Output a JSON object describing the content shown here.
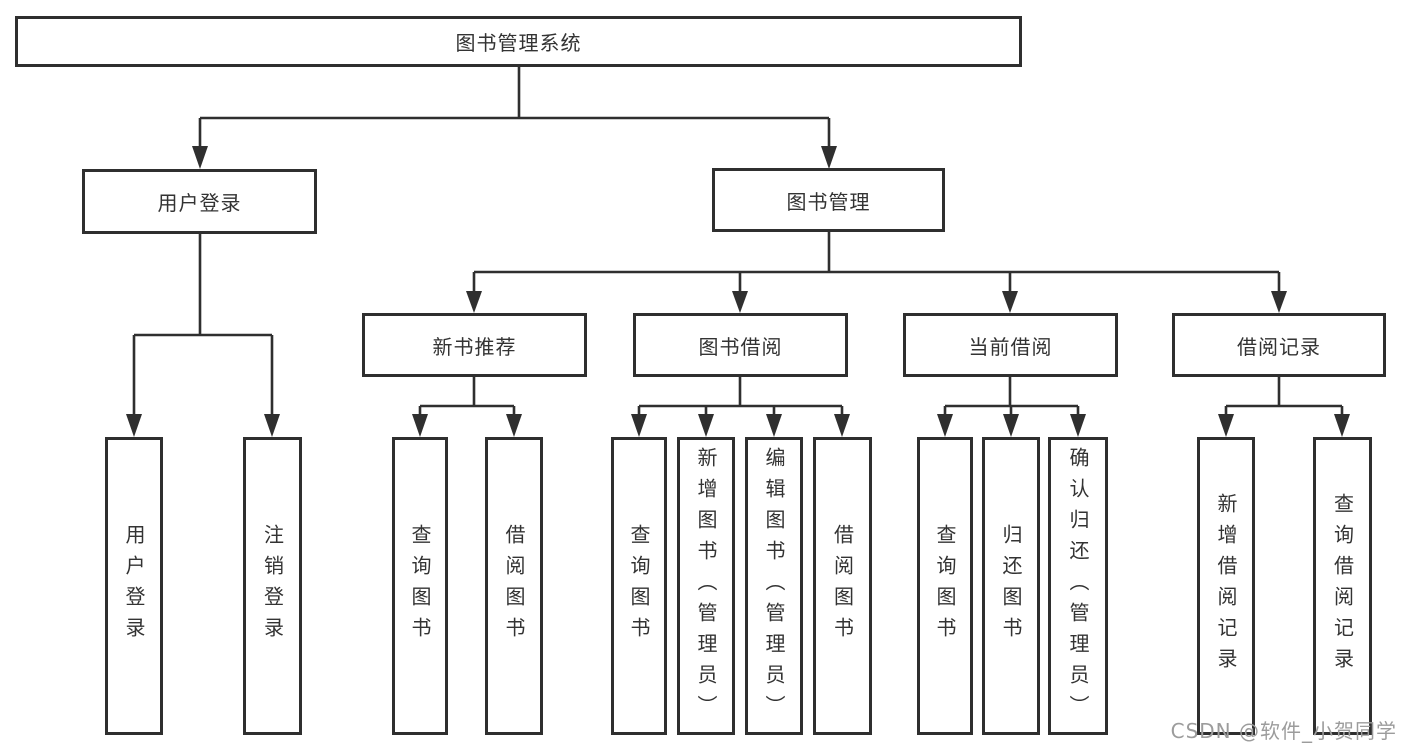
{
  "diagram_title": "图书管理系统",
  "tree": {
    "label": "图书管理系统",
    "children": [
      {
        "label": "用户登录",
        "children": [
          {
            "label": "用户登录"
          },
          {
            "label": "注销登录"
          }
        ]
      },
      {
        "label": "图书管理",
        "children": [
          {
            "label": "新书推荐",
            "children": [
              {
                "label": "查询图书"
              },
              {
                "label": "借阅图书"
              }
            ]
          },
          {
            "label": "图书借阅",
            "children": [
              {
                "label": "查询图书"
              },
              {
                "label": "新增图书（管理员）"
              },
              {
                "label": "编辑图书（管理员）"
              },
              {
                "label": "借阅图书"
              }
            ]
          },
          {
            "label": "当前借阅",
            "children": [
              {
                "label": "查询图书"
              },
              {
                "label": "归还图书"
              },
              {
                "label": "确认归还（管理员）"
              }
            ]
          },
          {
            "label": "借阅记录",
            "children": [
              {
                "label": "新增借阅记录"
              },
              {
                "label": "查询借阅记录"
              }
            ]
          }
        ]
      }
    ]
  },
  "watermark": "CSDN @软件_小贺同学",
  "colors": {
    "line": "#2f2f2f",
    "box_border": "#2f2f2f",
    "text": "#333333",
    "background": "#ffffff",
    "watermark": "#9c9c9c"
  }
}
